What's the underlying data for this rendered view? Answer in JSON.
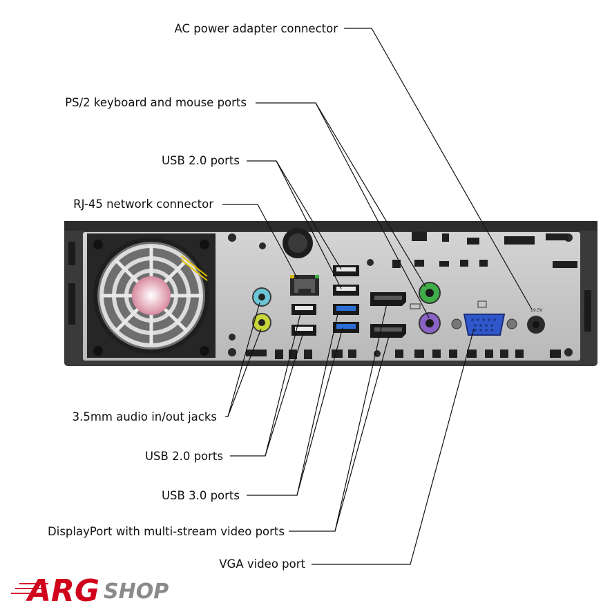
{
  "labels": {
    "ac_power": "AC power adapter connector",
    "ps2": "PS/2 keyboard and mouse ports",
    "usb20_top": "USB 2.0 ports",
    "rj45": "RJ-45 network connector",
    "audio": "3.5mm audio in/out jacks",
    "usb20_bottom": "USB 2.0 ports",
    "usb30": "USB 3.0 ports",
    "displayport": "DisplayPort with multi-stream video ports",
    "vga": "VGA video port"
  },
  "panel": {
    "power_rating": "19.5V"
  },
  "logo": {
    "brand": "ARG",
    "suffix": "SHOP"
  },
  "colors": {
    "chassis": "#3a3a3a",
    "plate": "#c9c9c9",
    "usb3_blue": "#2b6fd6",
    "vga_blue": "#2f57c9",
    "ps2_green": "#3fae49",
    "ps2_purple": "#8a63c6",
    "audio_blue": "#6cc6d6",
    "audio_lime": "#c8d63a",
    "brand_red": "#d0021b",
    "brand_grey": "#8a8a8a"
  }
}
